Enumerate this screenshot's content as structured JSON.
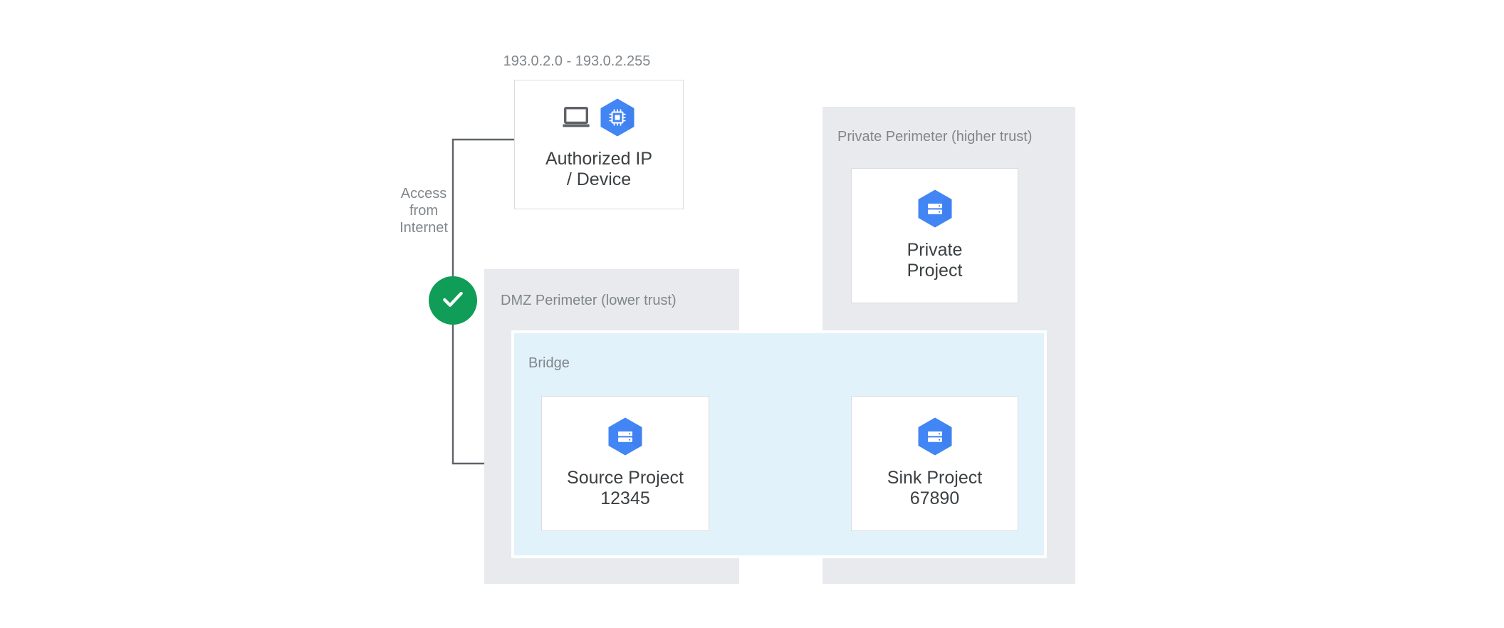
{
  "diagram": {
    "title": "VPC Service Controls bridge between DMZ and private perimeters",
    "colors": {
      "perimeter_fill": "#e8eaed",
      "bridge_fill": "#e1f2fb",
      "node_border": "#dadce0",
      "node_fill": "#ffffff",
      "hexagon_blue": "#4285f4",
      "hexagon_blue_shade": "#3b78e7",
      "check_green": "#0f9d58",
      "connector_gray": "#5f6368",
      "label_gray": "#80868b",
      "node_text": "#3c4043",
      "icon_gray": "#5f6368"
    }
  },
  "captions": {
    "ip_range": "193.0.2.0 - 193.0.2.255",
    "access_from_internet": "Access\nfrom\nInternet"
  },
  "perimeters": [
    {
      "id": "dmz",
      "label": "DMZ Perimeter (lower trust)"
    },
    {
      "id": "private",
      "label": "Private Perimeter (higher trust)"
    }
  ],
  "bridge": {
    "label": "Bridge"
  },
  "nodes": [
    {
      "id": "authorized-ip-device",
      "label": "Authorized IP\n/ Device",
      "icons": [
        "laptop-icon",
        "cpu-hexagon-icon"
      ]
    },
    {
      "id": "private-project",
      "label": "Private\nProject",
      "icons": [
        "project-hexagon-icon"
      ]
    },
    {
      "id": "source-project",
      "label": "Source Project\n12345",
      "icons": [
        "project-hexagon-icon"
      ]
    },
    {
      "id": "sink-project",
      "label": "Sink Project\n67890",
      "icons": [
        "project-hexagon-icon"
      ]
    }
  ],
  "badges": [
    {
      "id": "allowed-access",
      "icon": "check-icon",
      "meaning": "allowed"
    }
  ],
  "connectors": [
    {
      "id": "internet-to-source",
      "from": "authorized-ip-device",
      "to": "source-project",
      "arrow": false
    },
    {
      "id": "source-to-sink",
      "from": "source-project",
      "to": "sink-project",
      "arrow": true
    }
  ]
}
